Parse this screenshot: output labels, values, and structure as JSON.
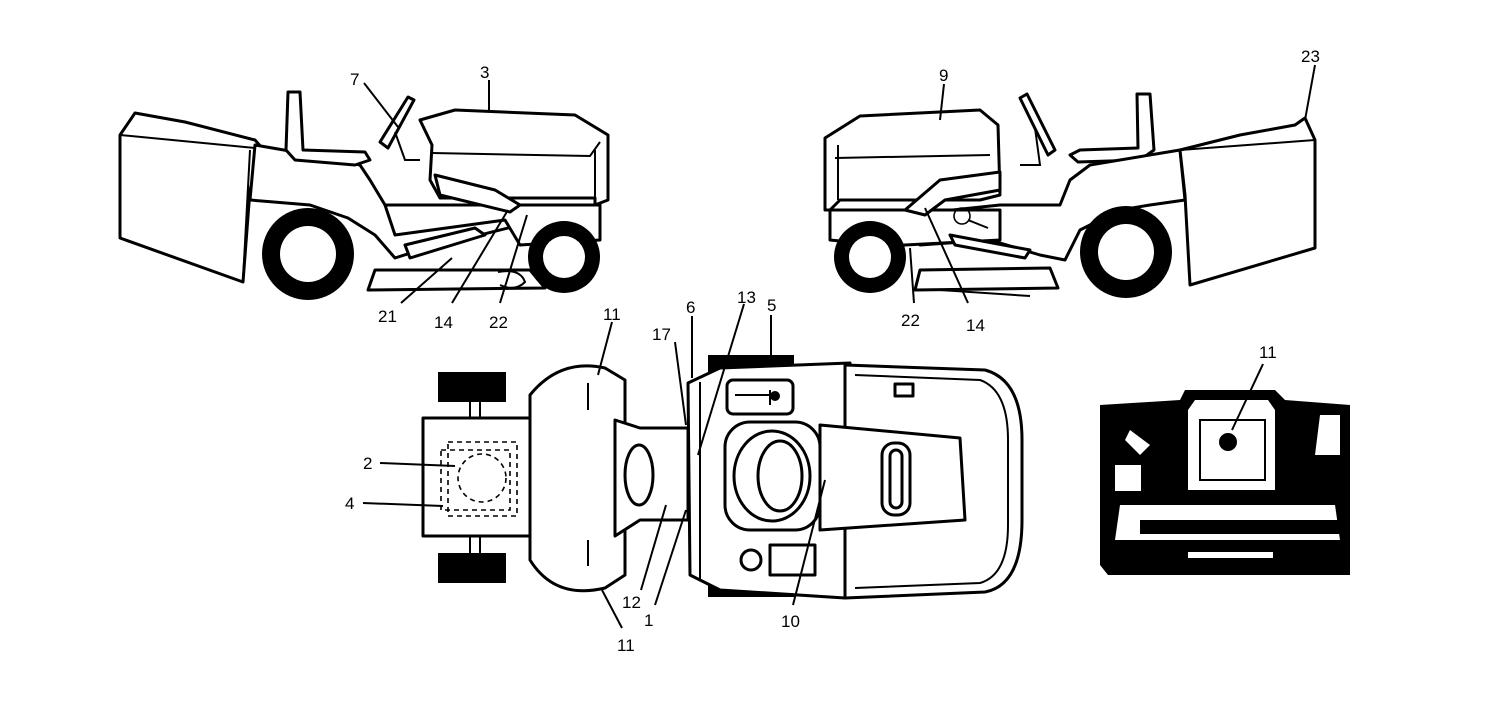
{
  "callouts": {
    "c1": "1",
    "c2": "2",
    "c3": "3",
    "c4": "4",
    "c5": "5",
    "c6": "6",
    "c7": "7",
    "c9": "9",
    "c10": "10",
    "c11": "11",
    "c12": "12",
    "c13": "13",
    "c14": "14",
    "c17": "17",
    "c21": "21",
    "c22": "22",
    "c23": "23"
  }
}
